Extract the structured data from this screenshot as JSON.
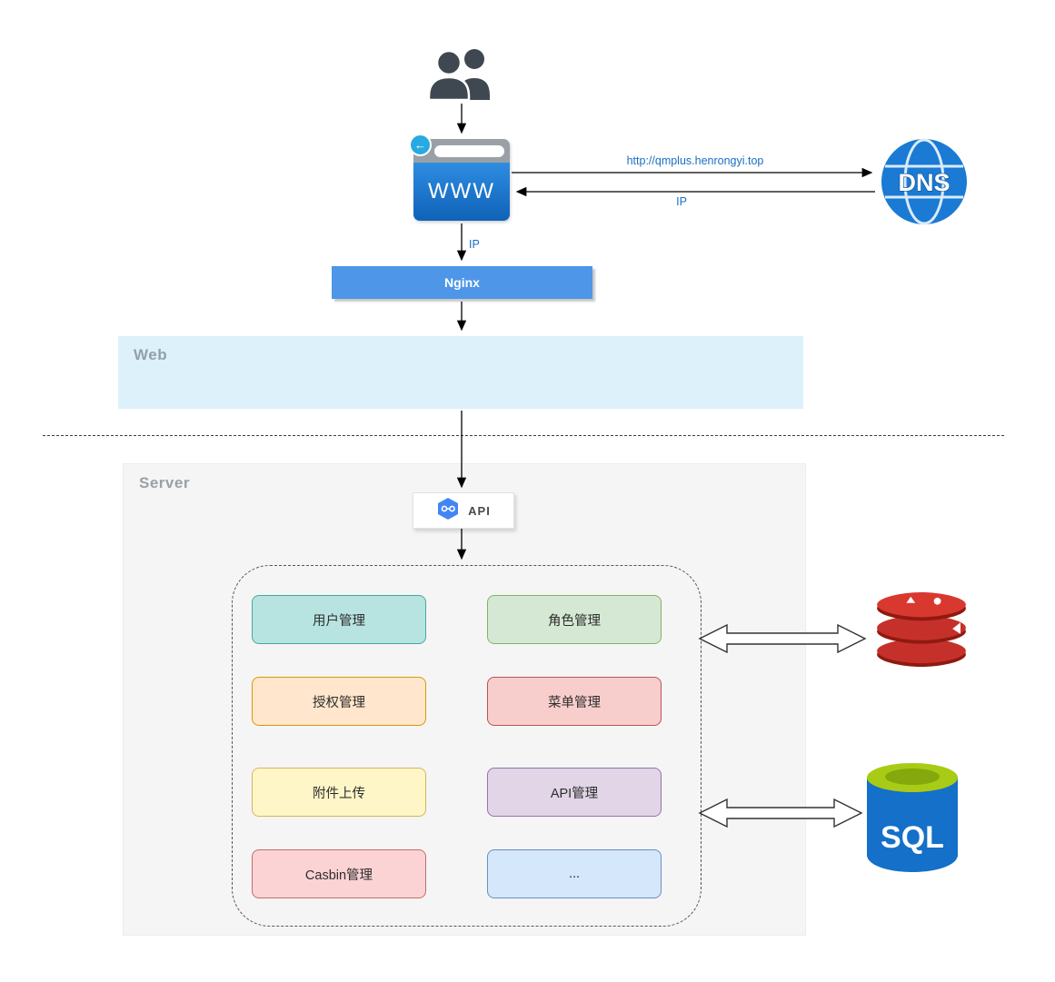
{
  "labels": {
    "web_zone": "Web",
    "server_zone": "Server",
    "nginx": "Nginx",
    "browser": "WWW",
    "dns": "DNS",
    "api": "API",
    "sql": "SQL"
  },
  "edges": {
    "dns_request": "http://qmplus.henrongyi.top",
    "dns_response": "IP",
    "browser_to_nginx": "IP"
  },
  "icons": {
    "back_arrow": "←",
    "users": "two-person silhouette",
    "dns": "blue globe",
    "api": "blue hexagon with nodes",
    "redis": "red stacked disks",
    "sql": "blue cylinder with green top"
  },
  "colors": {
    "web_zone_bg": "#ddf1fb",
    "server_zone_bg": "#f5f5f5",
    "nginx_bg": "#4d96e8",
    "browser_body": "#1a7fd4",
    "dns_blue": "#1b7ad3",
    "redis_red": "#c6302b",
    "sql_body": "#1470c8",
    "sql_top": "#a8cb16",
    "edge_label_blue": "#1a6fc4"
  },
  "modules": [
    {
      "label": "用户管理",
      "bg": "#b7e4e0",
      "border": "#49a79d"
    },
    {
      "label": "角色管理",
      "bg": "#d5e8d4",
      "border": "#82b366"
    },
    {
      "label": "授权管理",
      "bg": "#ffe6cc",
      "border": "#d79b00"
    },
    {
      "label": "菜单管理",
      "bg": "#f8cecc",
      "border": "#b85450"
    },
    {
      "label": "附件上传",
      "bg": "#fff6c8",
      "border": "#d6b656"
    },
    {
      "label": "API管理",
      "bg": "#e1d5e7",
      "border": "#9673a6"
    },
    {
      "label": "Casbin管理",
      "bg": "#fbd3d4",
      "border": "#c86b6b"
    },
    {
      "label": "...",
      "bg": "#d4e7fb",
      "border": "#6c8ebf"
    }
  ]
}
